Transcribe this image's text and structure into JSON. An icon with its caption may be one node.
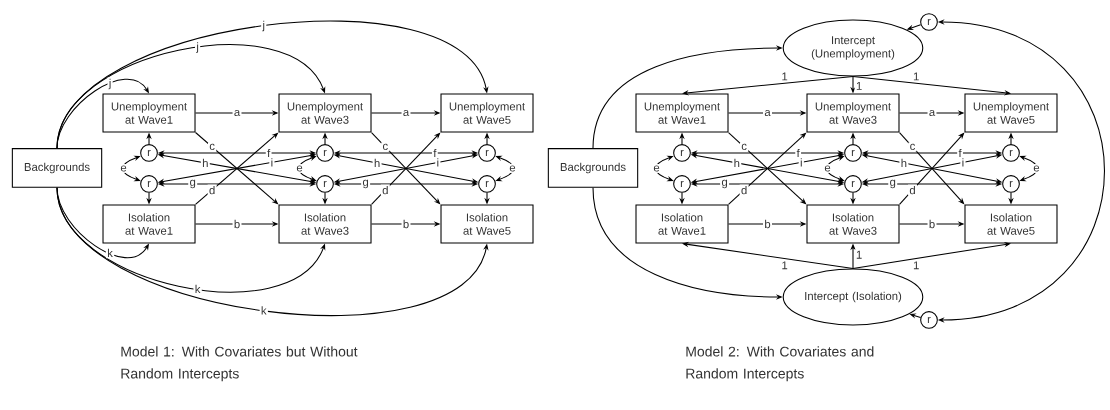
{
  "diagram": {
    "nodes": [
      {
        "text": [
          "Backgrounds"
        ]
      },
      {
        "text": [
          "Unemployment at Wave1"
        ]
      },
      {
        "text": [
          "Unemployment at Wave3"
        ]
      },
      {
        "text": [
          "Unemployment at Wave5"
        ]
      },
      {
        "text": [
          "r"
        ]
      },
      {
        "text": [
          "r"
        ]
      },
      {
        "text": [
          "r"
        ]
      },
      {
        "text": [
          "r"
        ]
      },
      {
        "text": [
          "r"
        ]
      },
      {
        "text": [
          "r"
        ]
      },
      {
        "text": [
          "Isolation at Wave1"
        ]
      },
      {
        "text": [
          "Isolation at Wave3"
        ]
      },
      {
        "text": [
          "Isolation at Wave5"
        ]
      },
      {
        "text": [
          "r"
        ]
      },
      {
        "text": [
          "Intercept (Unemployment)"
        ]
      },
      {
        "text": [
          "Backgrounds"
        ]
      },
      {
        "text": [
          "Unemployment at Wave1"
        ]
      },
      {
        "text": [
          "Unemployment at Wave3"
        ]
      },
      {
        "text": [
          "Unemployment at Wave5"
        ]
      },
      {
        "text": [
          "r"
        ]
      },
      {
        "text": [
          "r"
        ]
      },
      {
        "text": [
          "r"
        ]
      },
      {
        "text": [
          "r"
        ]
      },
      {
        "text": [
          "r"
        ]
      },
      {
        "text": [
          "r"
        ]
      },
      {
        "text": [
          "Isolation at Wave1"
        ]
      },
      {
        "text": [
          "Isolation at Wave3"
        ]
      },
      {
        "text": [
          "Isolation at Wave5"
        ]
      },
      {
        "text": [
          "Intercept (Isolation)"
        ]
      },
      {
        "text": [
          "r"
        ]
      }
    ],
    "edges": [
      {
        "from": 0,
        "to": 1,
        "arrow": "to",
        "label": "j"
      },
      {
        "from": 0,
        "to": 2,
        "arrow": "to",
        "label": "j"
      },
      {
        "from": 0,
        "to": 3,
        "arrow": "to",
        "label": "j"
      },
      {
        "from": 0,
        "to": 10,
        "arrow": "to",
        "label": "k"
      },
      {
        "from": 0,
        "to": 11,
        "arrow": "to",
        "label": "k"
      },
      {
        "from": 0,
        "to": 12,
        "arrow": "to",
        "label": "k"
      },
      {
        "from": 1,
        "to": 2,
        "arrow": "to",
        "label": "a"
      },
      {
        "from": 2,
        "to": 3,
        "arrow": "to",
        "label": "a"
      },
      {
        "from": 10,
        "to": 11,
        "arrow": "to",
        "label": "b"
      },
      {
        "from": 11,
        "to": 12,
        "arrow": "to",
        "label": "b"
      },
      {
        "from": 1,
        "to": 11,
        "arrow": "to",
        "label": "c"
      },
      {
        "from": 2,
        "to": 12,
        "arrow": "to",
        "label": "c"
      },
      {
        "from": 10,
        "to": 2,
        "arrow": "to",
        "label": "d"
      },
      {
        "from": 11,
        "to": 3,
        "arrow": "to",
        "label": "d"
      },
      {
        "from": 4,
        "to": 1,
        "arrow": "to"
      },
      {
        "from": 5,
        "to": 2,
        "arrow": "to"
      },
      {
        "from": 6,
        "to": 3,
        "arrow": "to"
      },
      {
        "from": 7,
        "to": 10,
        "arrow": "to"
      },
      {
        "from": 8,
        "to": 11,
        "arrow": "to"
      },
      {
        "from": 9,
        "to": 12,
        "arrow": "to"
      },
      {
        "from": 4,
        "to": 7,
        "arrow": "both",
        "label": "e"
      },
      {
        "from": 5,
        "to": 8,
        "arrow": "both",
        "label": "e"
      },
      {
        "from": 6,
        "to": 9,
        "arrow": "both",
        "label": "e"
      },
      {
        "from": 4,
        "to": 5,
        "arrow": "both",
        "label": "f"
      },
      {
        "from": 5,
        "to": 6,
        "arrow": "both",
        "label": "f"
      },
      {
        "from": 7,
        "to": 8,
        "arrow": "both",
        "label": "g"
      },
      {
        "from": 8,
        "to": 9,
        "arrow": "both",
        "label": "g"
      },
      {
        "from": 4,
        "to": 8,
        "arrow": "both",
        "label": "h"
      },
      {
        "from": 5,
        "to": 9,
        "arrow": "both",
        "label": "h"
      },
      {
        "from": 7,
        "to": 5,
        "arrow": "both",
        "label": "i"
      },
      {
        "from": 8,
        "to": 6,
        "arrow": "both",
        "label": "i"
      },
      {
        "from": 15,
        "to": 14,
        "arrow": "to"
      },
      {
        "from": 15,
        "to": 28,
        "arrow": "to"
      },
      {
        "from": 13,
        "to": 14,
        "arrow": "to"
      },
      {
        "from": 29,
        "to": 28,
        "arrow": "to"
      },
      {
        "from": 13,
        "to": 29,
        "arrow": "both"
      },
      {
        "from": 14,
        "to": 16,
        "arrow": "to",
        "label": "1"
      },
      {
        "from": 14,
        "to": 17,
        "arrow": "to",
        "label": "1"
      },
      {
        "from": 14,
        "to": 18,
        "arrow": "to",
        "label": "1"
      },
      {
        "from": 28,
        "to": 25,
        "arrow": "to",
        "label": "1"
      },
      {
        "from": 28,
        "to": 26,
        "arrow": "to",
        "label": "1"
      },
      {
        "from": 28,
        "to": 27,
        "arrow": "to",
        "label": "1"
      },
      {
        "from": 16,
        "to": 17,
        "arrow": "to",
        "label": "a"
      },
      {
        "from": 17,
        "to": 18,
        "arrow": "to",
        "label": "a"
      },
      {
        "from": 25,
        "to": 26,
        "arrow": "to",
        "label": "b"
      },
      {
        "from": 26,
        "to": 27,
        "arrow": "to",
        "label": "b"
      },
      {
        "from": 16,
        "to": 26,
        "arrow": "to",
        "label": "c"
      },
      {
        "from": 17,
        "to": 27,
        "arrow": "to",
        "label": "c"
      },
      {
        "from": 25,
        "to": 17,
        "arrow": "to",
        "label": "d"
      },
      {
        "from": 26,
        "to": 18,
        "arrow": "to",
        "label": "d"
      },
      {
        "from": 19,
        "to": 16,
        "arrow": "to"
      },
      {
        "from": 20,
        "to": 17,
        "arrow": "to"
      },
      {
        "from": 21,
        "to": 18,
        "arrow": "to"
      },
      {
        "from": 22,
        "to": 25,
        "arrow": "to"
      },
      {
        "from": 23,
        "to": 26,
        "arrow": "to"
      },
      {
        "from": 24,
        "to": 27,
        "arrow": "to"
      },
      {
        "from": 19,
        "to": 22,
        "arrow": "both",
        "label": "e"
      },
      {
        "from": 20,
        "to": 23,
        "arrow": "both",
        "label": "e"
      },
      {
        "from": 21,
        "to": 24,
        "arrow": "both",
        "label": "e"
      },
      {
        "from": 19,
        "to": 20,
        "arrow": "both",
        "label": "f"
      },
      {
        "from": 20,
        "to": 21,
        "arrow": "both",
        "label": "f"
      },
      {
        "from": 22,
        "to": 23,
        "arrow": "both",
        "label": "g"
      },
      {
        "from": 23,
        "to": 24,
        "arrow": "both",
        "label": "g"
      },
      {
        "from": 19,
        "to": 23,
        "arrow": "both",
        "label": "h"
      },
      {
        "from": 20,
        "to": 24,
        "arrow": "both",
        "label": "h"
      },
      {
        "from": 22,
        "to": 20,
        "arrow": "both",
        "label": "i"
      },
      {
        "from": 23,
        "to": 21,
        "arrow": "both",
        "label": "i"
      }
    ],
    "labels": [
      "Model 1: With Covariates but Without Random Intercepts",
      "Model 2: With Covariates and Random Intercepts"
    ]
  }
}
